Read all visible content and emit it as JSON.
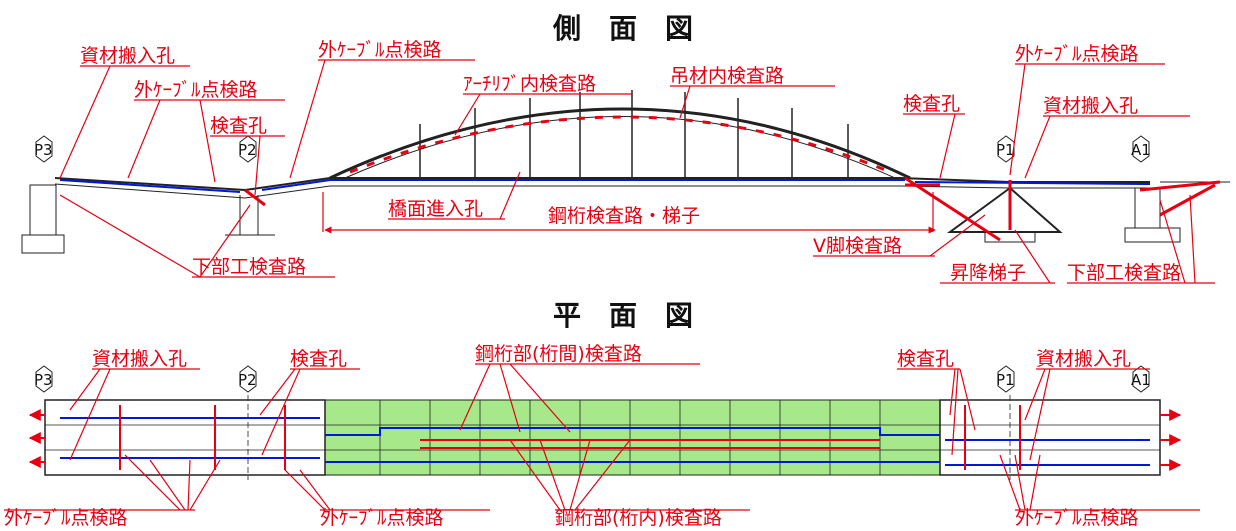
{
  "titles": {
    "side": "側　面　図",
    "plan": "平　面　図"
  },
  "piers": {
    "p3": "P3",
    "p2": "P2",
    "p1": "P1",
    "a1": "A1"
  },
  "side_labels": {
    "material_hole_left": "資材搬入孔",
    "ext_cable_left": "外ｹｰﾌﾞﾙ点検路",
    "ext_cable_center": "外ｹｰﾌﾞﾙ点検路",
    "inspection_hole_left": "検査孔",
    "arch_rib": "ｱｰﾁﾘﾌﾞ内検査路",
    "hanger": "吊材内検査路",
    "deck_entry": "橋面進入孔",
    "steel_girder": "鋼桁検査路・梯子",
    "substructure_left": "下部工検査路",
    "inspection_hole_right": "検査孔",
    "ext_cable_right": "外ｹｰﾌﾞﾙ点検路",
    "material_hole_right": "資材搬入孔",
    "v_leg": "V脚検査路",
    "ladder": "昇降梯子",
    "substructure_right": "下部工検査路"
  },
  "plan_labels": {
    "material_hole_left": "資材搬入孔",
    "inspection_hole_left": "検査孔",
    "steel_between": "鋼桁部(桁間)検査路",
    "inspection_hole_right": "検査孔",
    "material_hole_right": "資材搬入孔",
    "ext_cable_left": "外ｹｰﾌﾞﾙ点検路",
    "ext_cable_mid": "外ｹｰﾌﾞﾙ点検路",
    "steel_inside": "鋼桁部(桁内)検査路",
    "ext_cable_right": "外ｹｰﾌﾞﾙ点検路"
  },
  "colors": {
    "annotation": "#e60012",
    "walkway": "#0018d8",
    "structure": "#222222",
    "steel_fill": "#a6e88a"
  }
}
